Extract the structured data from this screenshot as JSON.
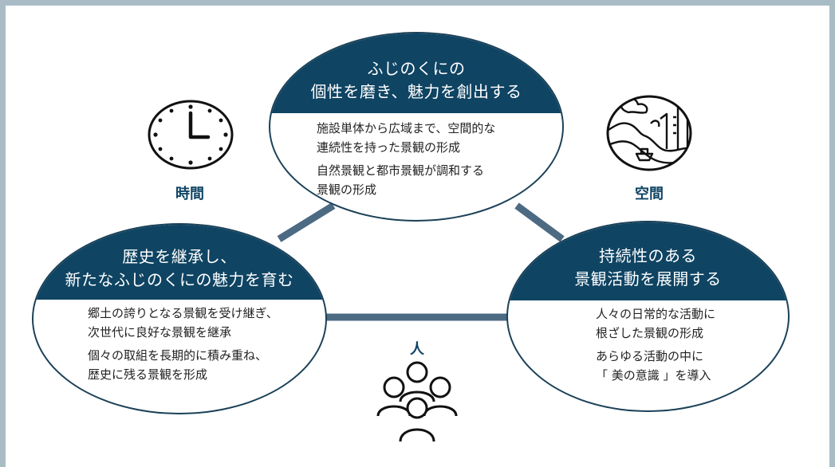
{
  "top": {
    "title_line1": "ふじのくにの",
    "title_line2": "個性を磨き、魅力を創出する",
    "items": [
      {
        "line1": "施設単体から広域まで、空間的な",
        "line2": "連続性を持った景観の形成"
      },
      {
        "line1": "自然景観と都市景観が調和する",
        "line2": "景観の形成"
      }
    ]
  },
  "left": {
    "title_line1": "歴史を継承し、",
    "title_line2": "新たなふじのくにの魅力を育む",
    "items": [
      {
        "line1": "郷土の誇りとなる景観を受け継ぎ、",
        "line2": "次世代に良好な景観を継承"
      },
      {
        "line1": "個々の取組を長期的に積み重ね、",
        "line2": "歴史に残る景観を形成"
      }
    ]
  },
  "right": {
    "title_line1": "持続性のある",
    "title_line2": "景観活動を展開する",
    "items": [
      {
        "line1": "人々の日常的な活動に",
        "line2": "根ざした景観の形成"
      },
      {
        "line1": "あらゆる活動の中に",
        "line2": "「 美の意識 」を導入"
      }
    ]
  },
  "labels": {
    "time": "時間",
    "space": "空間",
    "people": "人"
  },
  "icons": {
    "time": "clock-icon",
    "space": "cityscape-icon",
    "people": "people-group-icon"
  },
  "colors": {
    "navy": "#0f4463",
    "connector": "#4d6a83",
    "frame": "#a9bcc6"
  }
}
